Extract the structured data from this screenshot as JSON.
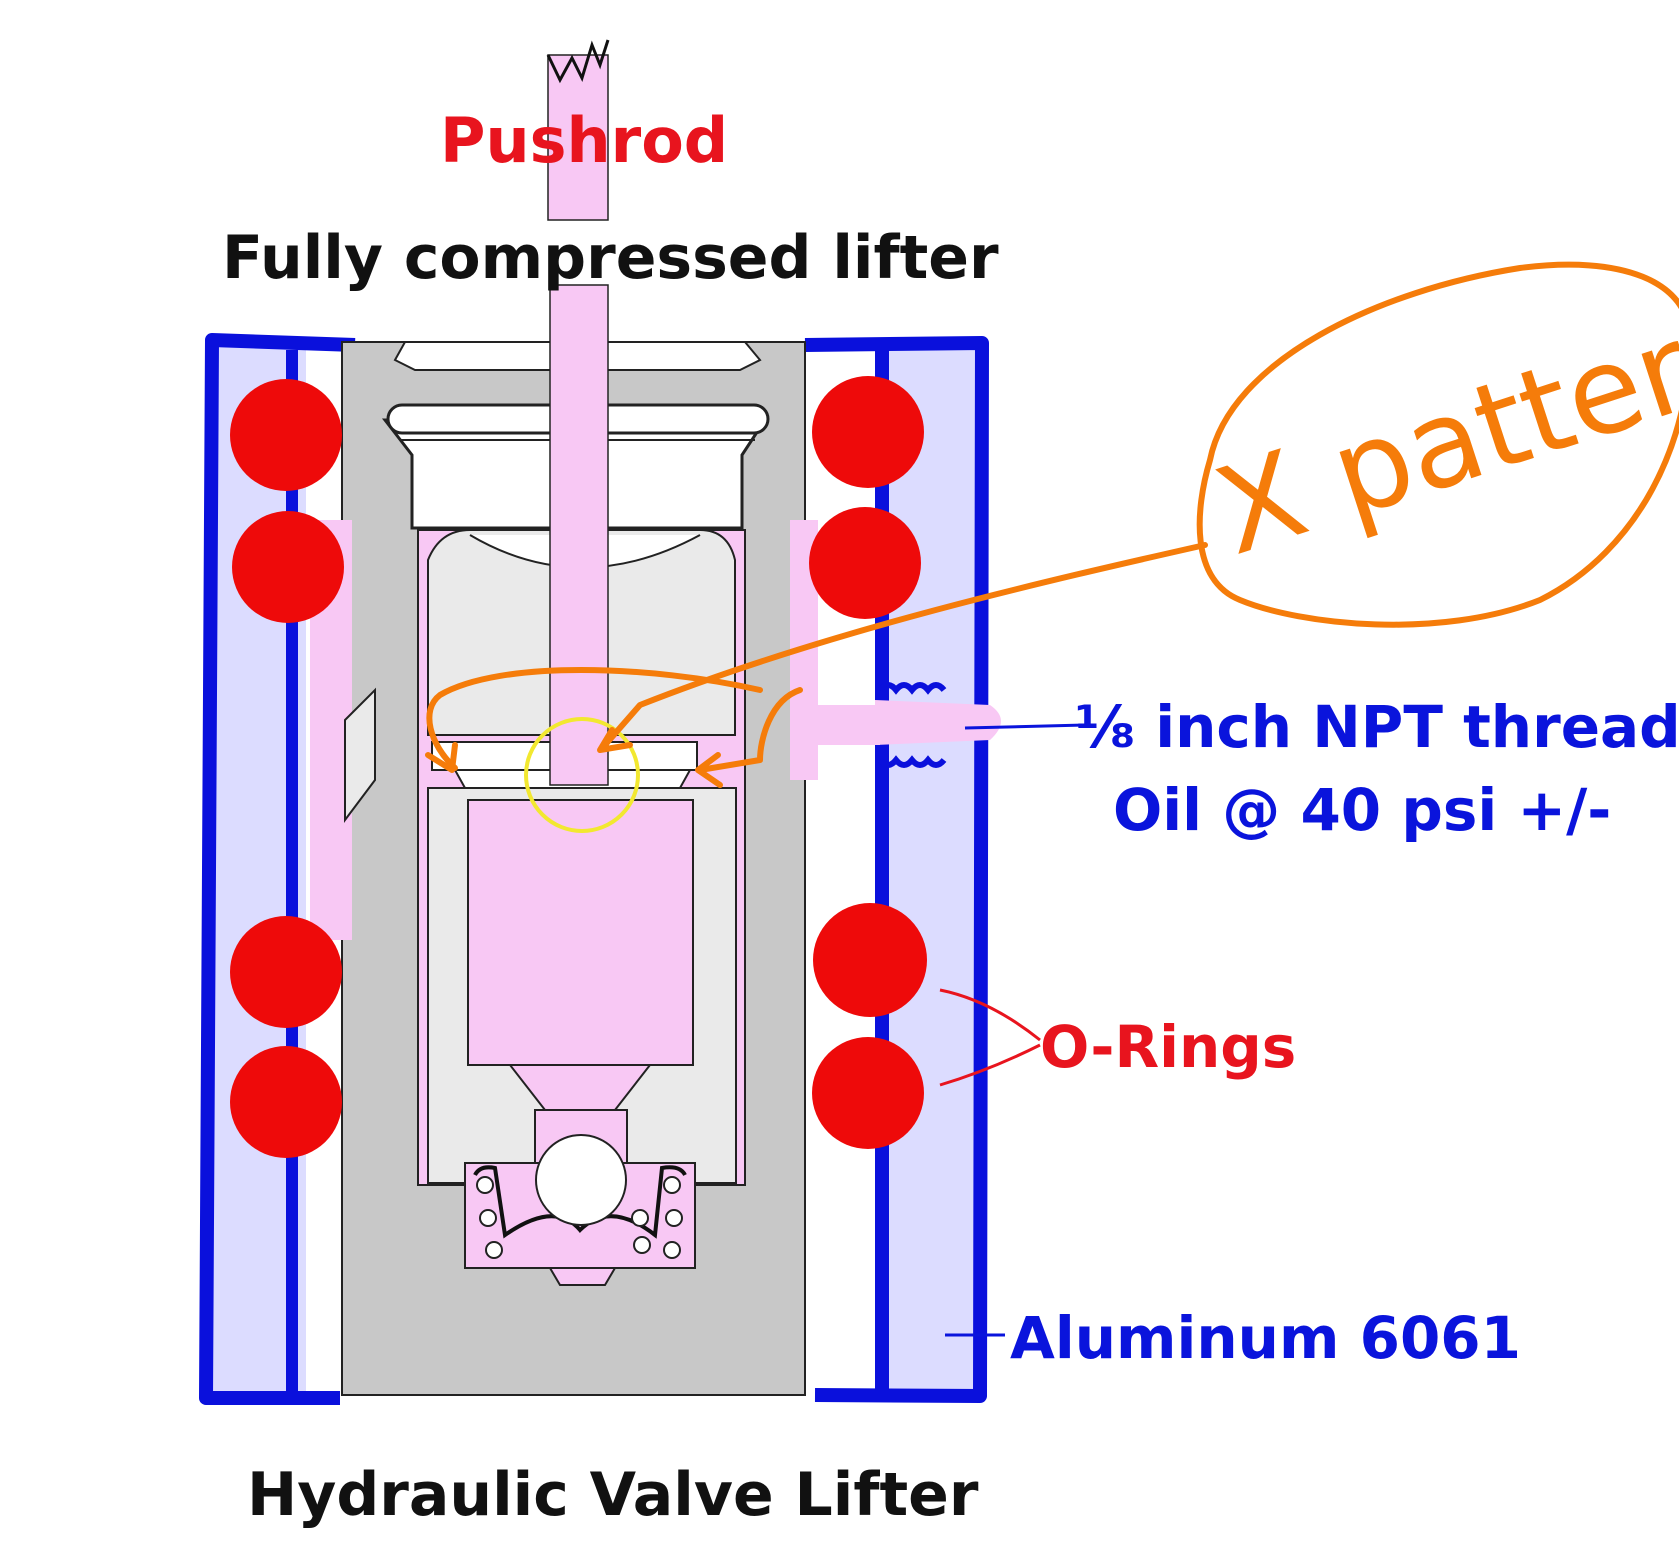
{
  "labels": {
    "pushrod": "Pushrod",
    "state": "Fully compressed lifter",
    "title": "Hydraulic Valve Lifter",
    "thread": "⅛ inch NPT thread",
    "oil": "Oil @ 40 psi +/-",
    "orings": "O-Rings",
    "material": "Aluminum 6061",
    "annotation": "X pattern"
  },
  "colors": {
    "housing_blue": "#0a10dc",
    "housing_fill": "#dcdcff",
    "oil_pink": "#f8c8f4",
    "body_gray": "#c8c8c8",
    "inner_gray": "#eaeaea",
    "oring_red": "#ee0a0a",
    "annotation_orange": "#f57c0a",
    "highlight_yellow": "#f2e830",
    "label_red": "#e8141e",
    "label_blue": "#0a14dc",
    "label_black": "#111111"
  }
}
